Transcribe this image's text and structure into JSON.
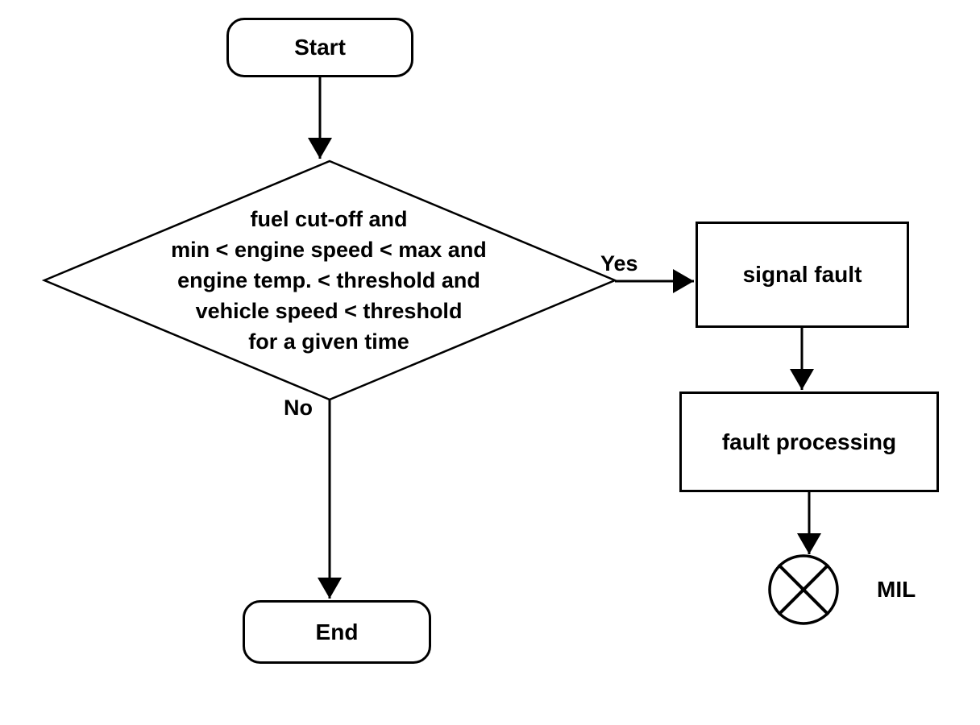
{
  "diagram": {
    "type": "flowchart",
    "background": "#ffffff",
    "stroke_color": "#000000",
    "nodes": {
      "start": {
        "label": "Start",
        "shape": "rounded-terminator"
      },
      "decision": {
        "shape": "diamond",
        "lines": [
          "fuel cut-off and",
          "min < engine speed < max and",
          "engine temp. < threshold and",
          "vehicle speed < threshold",
          "for a given time"
        ]
      },
      "signal_fault": {
        "label": "signal fault",
        "shape": "process-rectangle"
      },
      "fault_processing": {
        "label": "fault processing",
        "shape": "process-rectangle"
      },
      "mil_lamp": {
        "label": "MIL",
        "shape": "indicator-lamp-circle-x"
      },
      "end": {
        "label": "End",
        "shape": "rounded-terminator"
      }
    },
    "edge_labels": {
      "yes": "Yes",
      "no": "No"
    },
    "edges": [
      {
        "from": "start",
        "to": "decision"
      },
      {
        "from": "decision",
        "to": "signal_fault",
        "label": "Yes"
      },
      {
        "from": "decision",
        "to": "end",
        "label": "No"
      },
      {
        "from": "signal_fault",
        "to": "fault_processing"
      },
      {
        "from": "fault_processing",
        "to": "mil_lamp"
      }
    ]
  }
}
